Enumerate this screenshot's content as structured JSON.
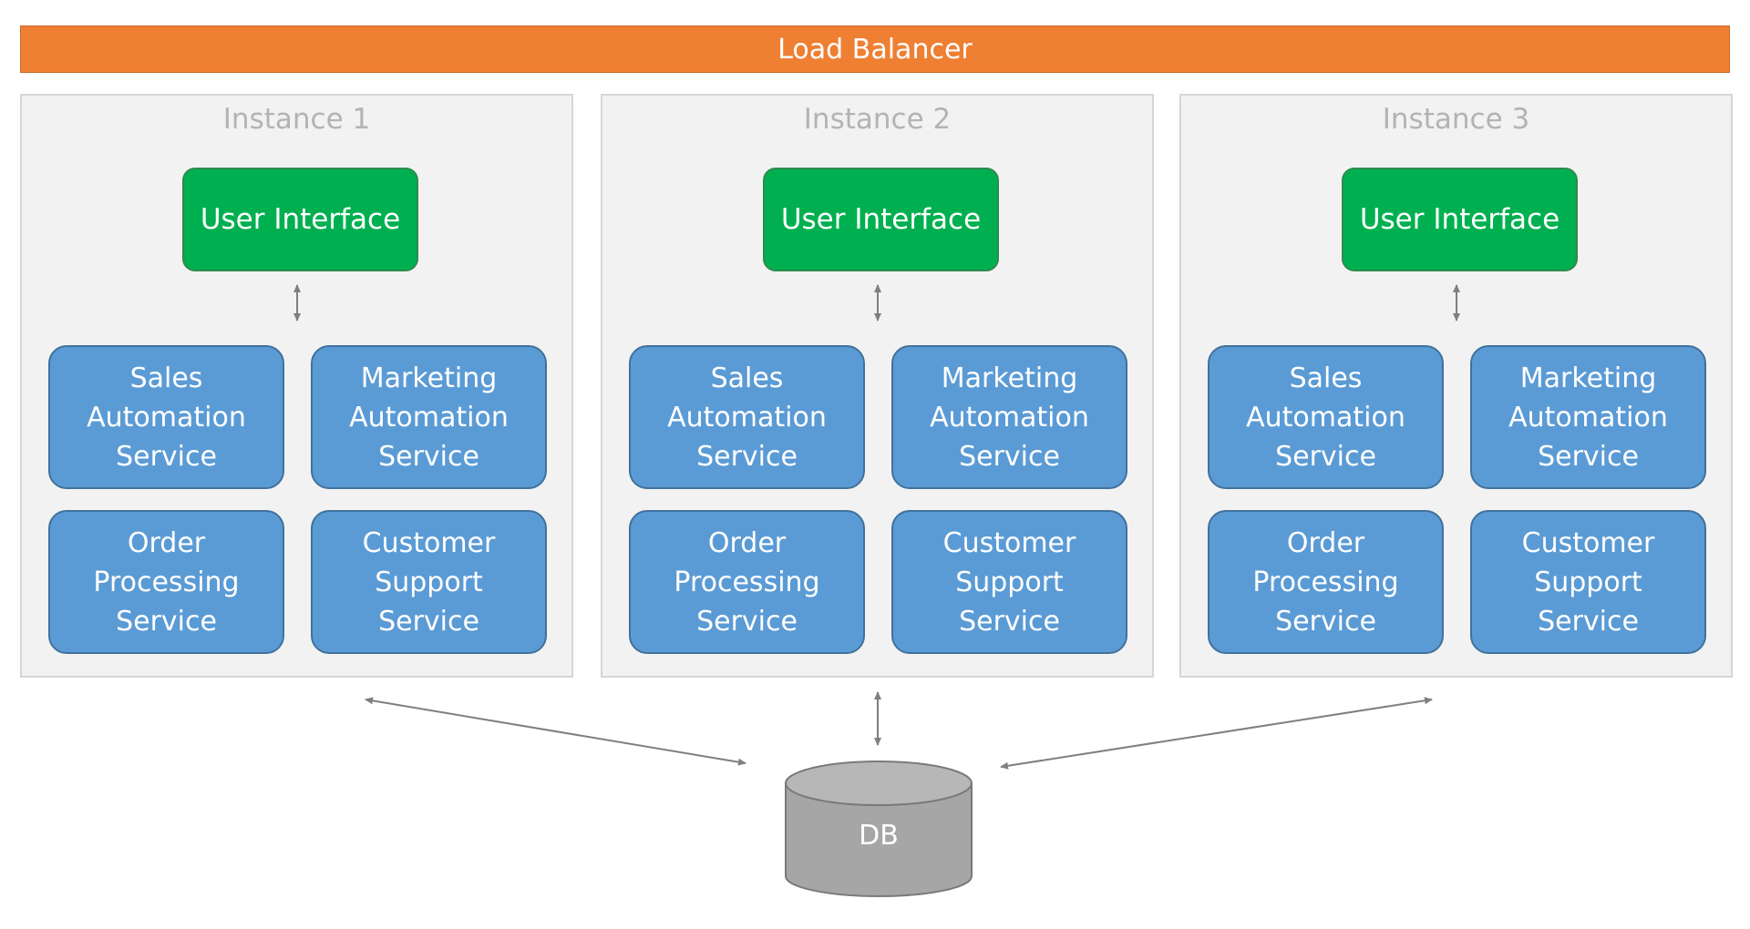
{
  "load_balancer": {
    "label": "Load Balancer"
  },
  "instances": [
    {
      "title": "Instance 1",
      "ui_label": "User Interface",
      "services": [
        [
          "Sales",
          "Automation",
          "Service"
        ],
        [
          "Marketing",
          "Automation",
          "Service"
        ],
        [
          "Order",
          "Processing",
          "Service"
        ],
        [
          "Customer",
          "Support",
          "Service"
        ]
      ]
    },
    {
      "title": "Instance 2",
      "ui_label": "User Interface",
      "services": [
        [
          "Sales",
          "Automation",
          "Service"
        ],
        [
          "Marketing",
          "Automation",
          "Service"
        ],
        [
          "Order",
          "Processing",
          "Service"
        ],
        [
          "Customer",
          "Support",
          "Service"
        ]
      ]
    },
    {
      "title": "Instance 3",
      "ui_label": "User Interface",
      "services": [
        [
          "Sales",
          "Automation",
          "Service"
        ],
        [
          "Marketing",
          "Automation",
          "Service"
        ],
        [
          "Order",
          "Processing",
          "Service"
        ],
        [
          "Customer",
          "Support",
          "Service"
        ]
      ]
    }
  ],
  "database": {
    "label": "DB"
  },
  "colors": {
    "load_balancer": "#ef7f33",
    "user_interface": "#00b050",
    "service": "#5b9bd5",
    "instance_bg": "#f2f2f2",
    "database": "#a6a6a6",
    "arrow": "#7f7f7f"
  }
}
